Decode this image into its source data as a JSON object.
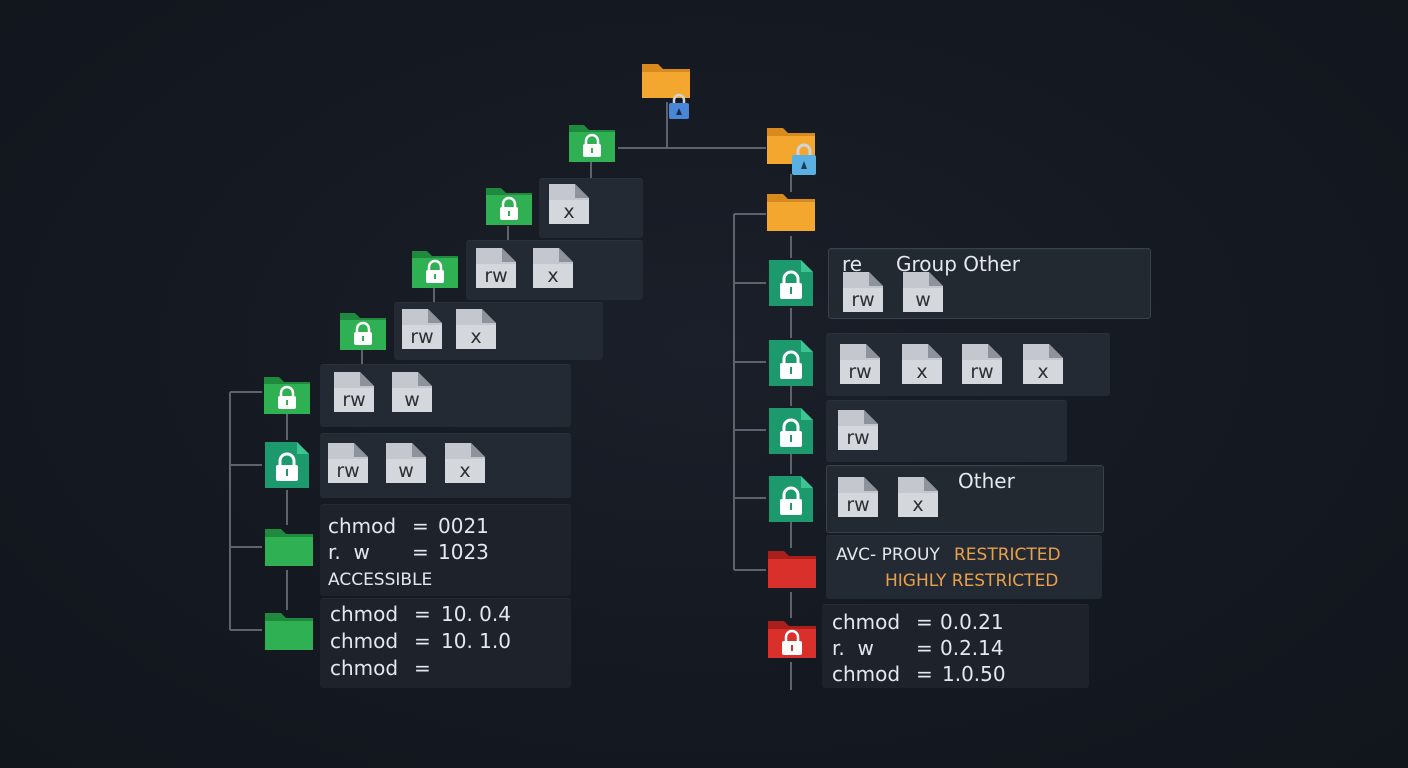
{
  "left_panels": {
    "p1": {
      "files": [
        "x"
      ]
    },
    "p2": {
      "files": [
        "rw",
        "x"
      ]
    },
    "p3": {
      "files": [
        "rw",
        "x"
      ]
    },
    "p4": {
      "files": [
        "rw",
        "w"
      ]
    },
    "p5": {
      "files": [
        "rw",
        "w",
        "x"
      ]
    },
    "info1": {
      "row1_key": "chmod",
      "row1_eq": "=",
      "row1_val": "0021",
      "row2_key": "r.  w",
      "row2_eq": "=",
      "row2_val": "1023",
      "status": "ACCESSIBLE"
    },
    "info2": {
      "row1_key": "chmod",
      "row1_eq": "=",
      "row1_val": "10. 0.4",
      "row2_key": "chmod",
      "row2_eq": "=",
      "row2_val": "10. 1.0",
      "row3_key": "chmod",
      "row3_eq": "="
    }
  },
  "right_panels": {
    "r1": {
      "label": "re",
      "header": "Group Other",
      "files": [
        "rw",
        "w"
      ]
    },
    "r2": {
      "files": [
        "rw",
        "x",
        "rw",
        "x"
      ]
    },
    "r3": {
      "files": [
        "rw"
      ]
    },
    "r4": {
      "header": "Other",
      "files": [
        "rw",
        "x"
      ]
    },
    "status": {
      "prefix": "AVC- PROUY",
      "line1": "RESTRICTED",
      "line2": "HIGHLY RESTRICTED"
    },
    "info": {
      "row1_key": "chmod",
      "row1_eq": "=",
      "row1_val": "0.0.21",
      "row2_key": "r.  w",
      "row2_eq": "=",
      "row2_val": "0.2.14",
      "row3_key": "chmod",
      "row3_eq": "=",
      "row3_val": "1.0.50"
    }
  },
  "colors": {
    "green": "#2fa84f",
    "teal": "#1c9a6e",
    "orange": "#f2a12e",
    "red": "#d9302c",
    "lock_blue": "#4a86d8",
    "restricted_text": "#e8a04a"
  },
  "icons": [
    "folder-icon",
    "lock-icon",
    "file-icon"
  ]
}
